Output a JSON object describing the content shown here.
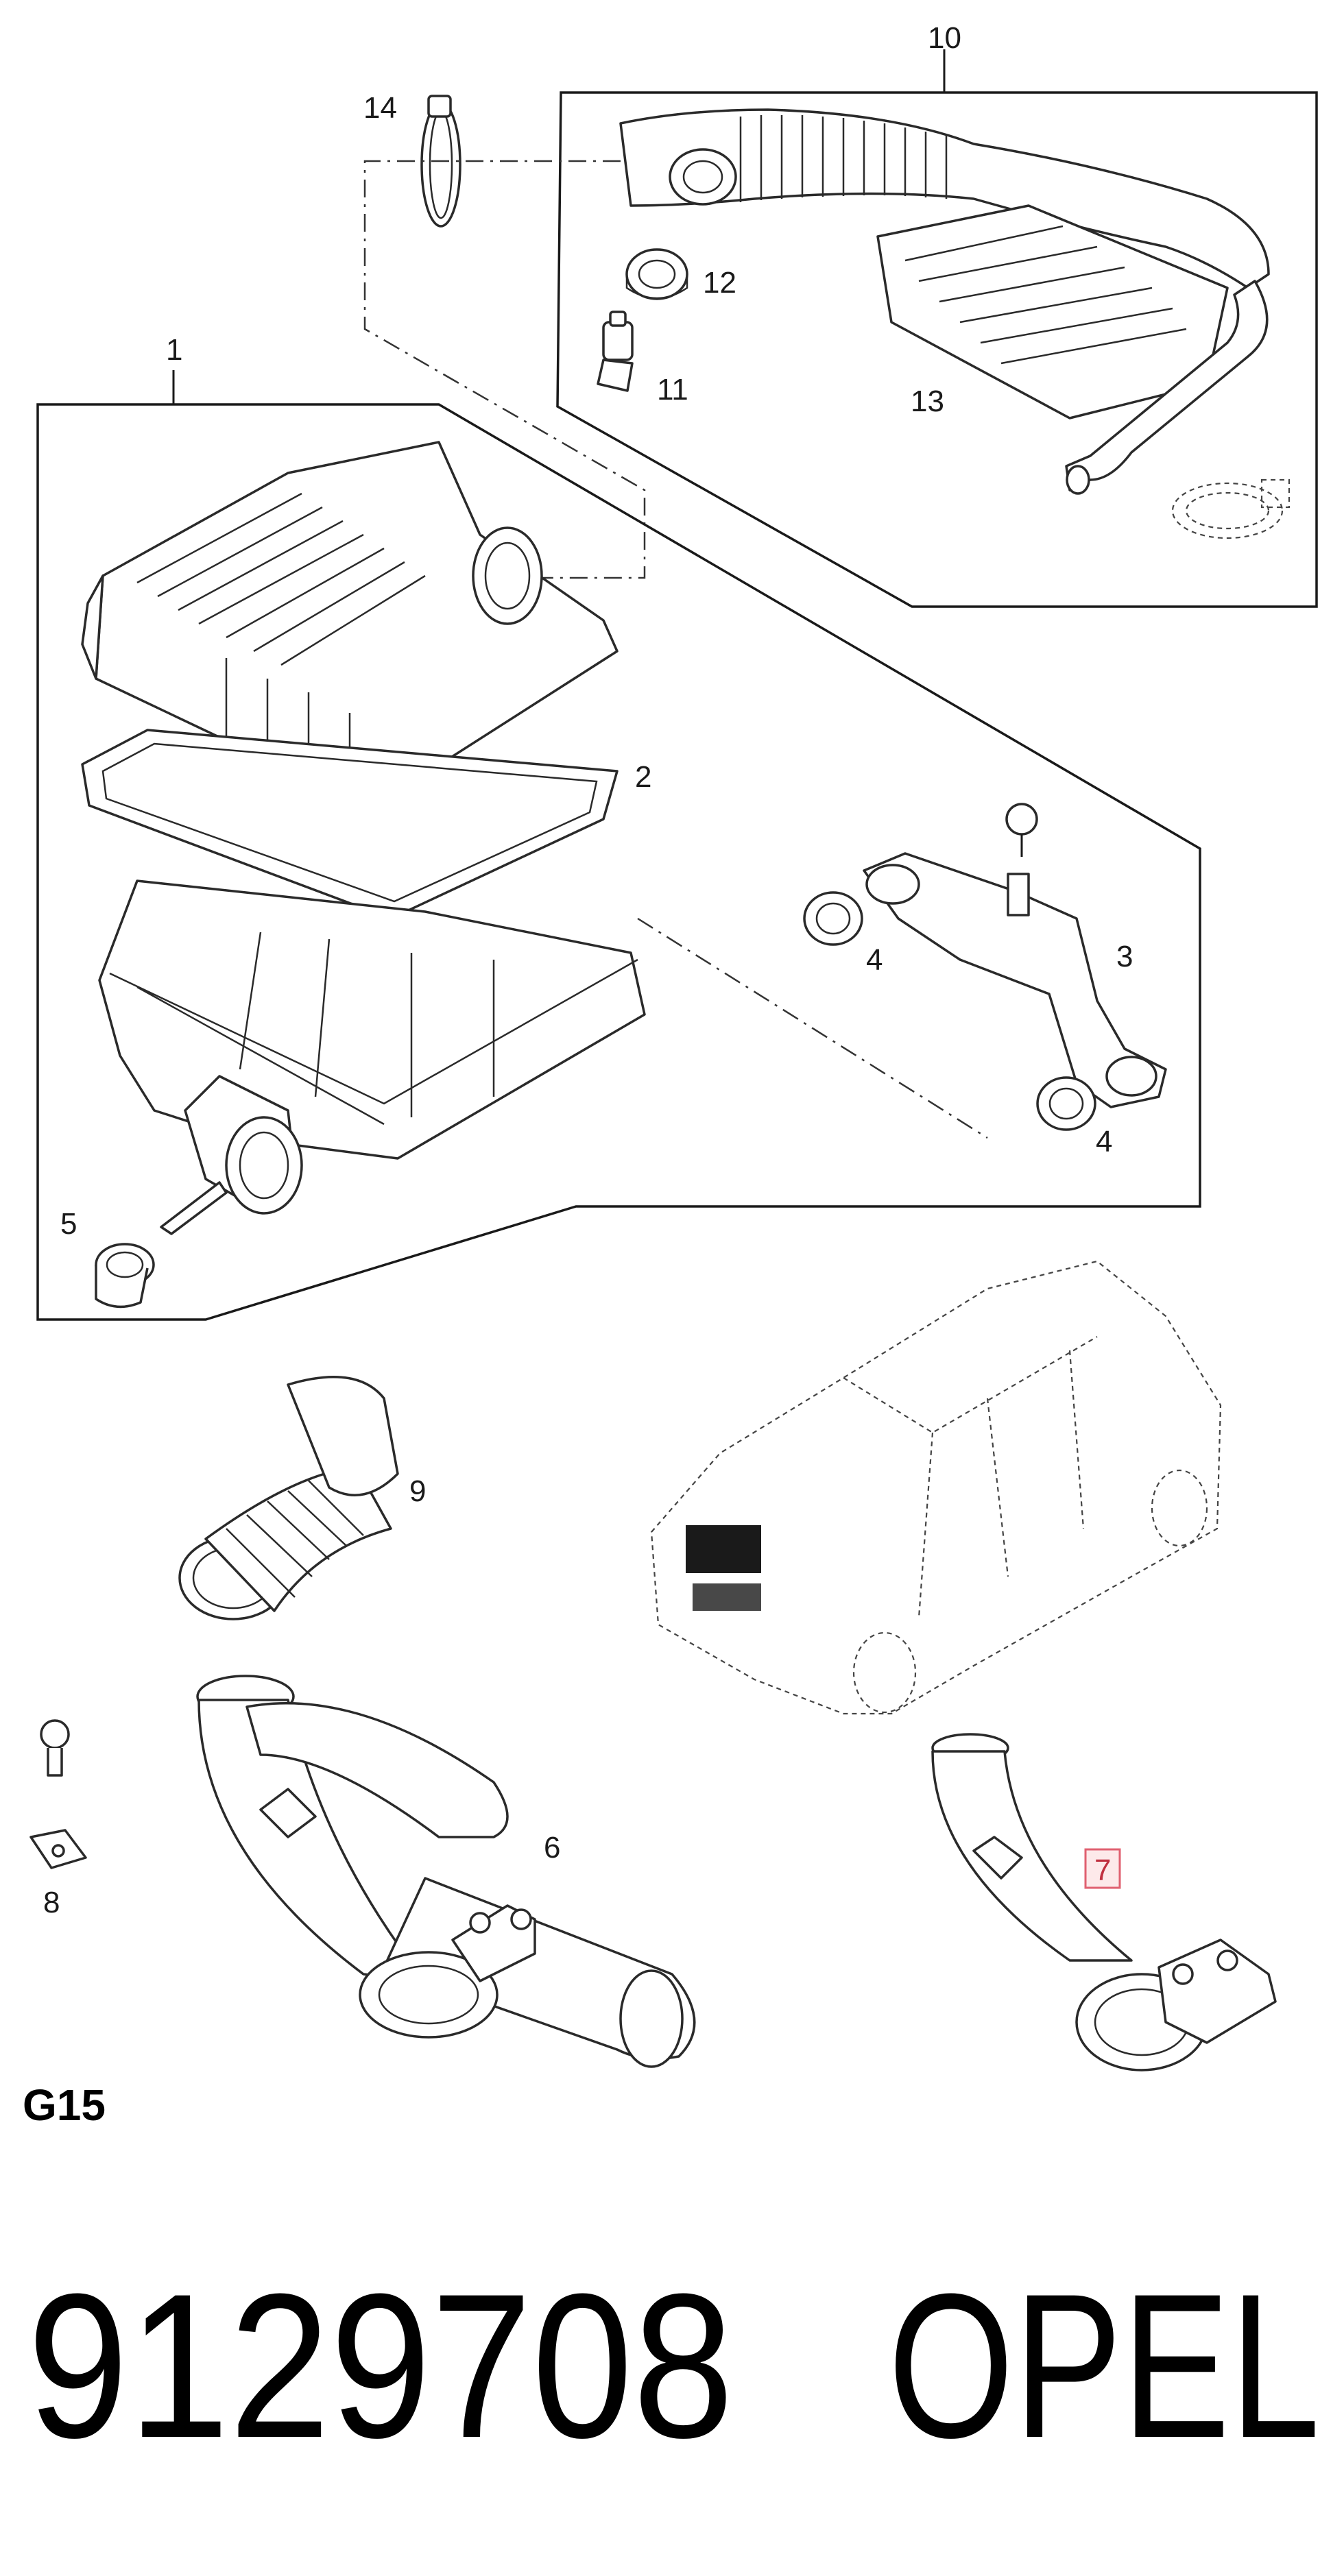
{
  "callouts": {
    "c1": "1",
    "c2": "2",
    "c3": "3",
    "c4a": "4",
    "c4b": "4",
    "c5": "5",
    "c6": "6",
    "c7": "7",
    "c8": "8",
    "c9": "9",
    "c10": "10",
    "c11": "11",
    "c12": "12",
    "c13": "13",
    "c14": "14"
  },
  "section_code": "G15",
  "part_number": "9129708",
  "brand": "OPEL",
  "highlighted_callout": "7",
  "colors": {
    "line": "#2a2a2a",
    "highlight_border": "#e06070",
    "highlight_fill": "#fde9ea",
    "text": "#000000"
  }
}
